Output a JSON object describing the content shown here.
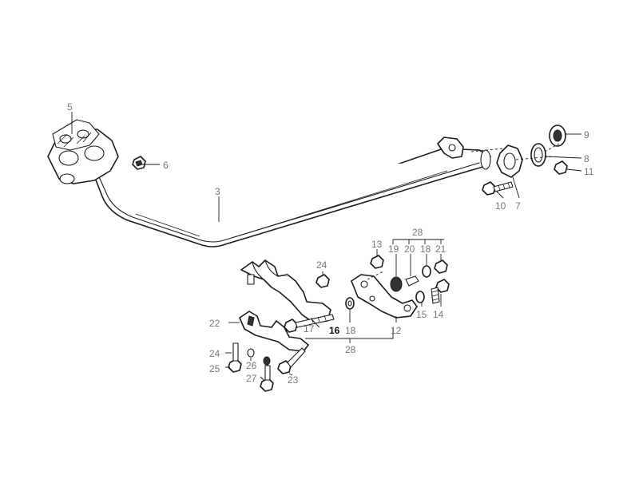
{
  "callouts": {
    "c3": "3",
    "c5": "5",
    "c6": "6",
    "c7": "7",
    "c8": "8",
    "c9": "9",
    "c10": "10",
    "c11": "11",
    "c12": "12",
    "c13": "13",
    "c14": "14",
    "c15": "15",
    "c16": "16",
    "c17": "17",
    "c18a": "18",
    "c18b": "18",
    "c19": "19",
    "c20": "20",
    "c21": "21",
    "c22": "22",
    "c23": "23",
    "c24a": "24",
    "c24b": "24",
    "c25": "25",
    "c26": "26",
    "c27": "27",
    "c28a": "28",
    "c28b": "28"
  }
}
